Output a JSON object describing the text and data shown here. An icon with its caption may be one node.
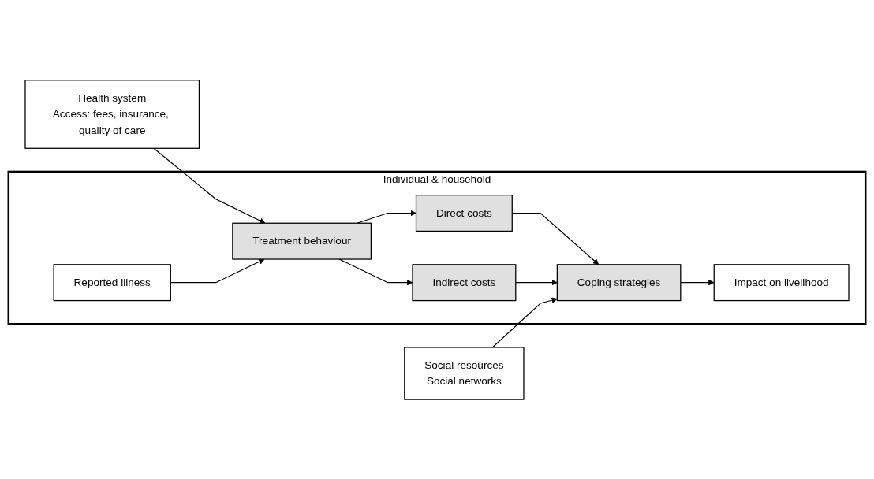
{
  "diagram": {
    "nodes": [
      {
        "text": [
          "Individual & household"
        ]
      },
      {
        "text": [
          "Direct costs"
        ],
        "in": 0
      },
      {
        "text": [
          "Indirect costs"
        ],
        "in": 0
      },
      {
        "text": [
          "Health system",
          "Access: fees, insurance, quality of care"
        ]
      },
      {
        "text": [
          "Treatment behaviour"
        ],
        "in": 0
      },
      {
        "text": [
          "Coping strategies"
        ],
        "in": 0
      },
      {
        "text": [
          "Social resources",
          "Social networks"
        ]
      },
      {
        "text": [
          "Reported illness"
        ],
        "in": 0
      },
      {
        "text": [
          "Impact on livelihood"
        ],
        "in": 0
      }
    ],
    "edges": [
      {
        "from": 4,
        "to": 1,
        "arrow": "to"
      },
      {
        "from": 4,
        "to": 2,
        "arrow": "to"
      },
      {
        "from": 1,
        "to": 5,
        "arrow": "to"
      },
      {
        "from": 2,
        "to": 5,
        "arrow": "to"
      },
      {
        "from": 3,
        "to": 4,
        "arrow": "to"
      },
      {
        "from": 6,
        "to": 5,
        "arrow": "to"
      },
      {
        "from": 7,
        "to": 4,
        "arrow": "to"
      },
      {
        "from": 5,
        "to": 8,
        "arrow": "to"
      }
    ]
  }
}
